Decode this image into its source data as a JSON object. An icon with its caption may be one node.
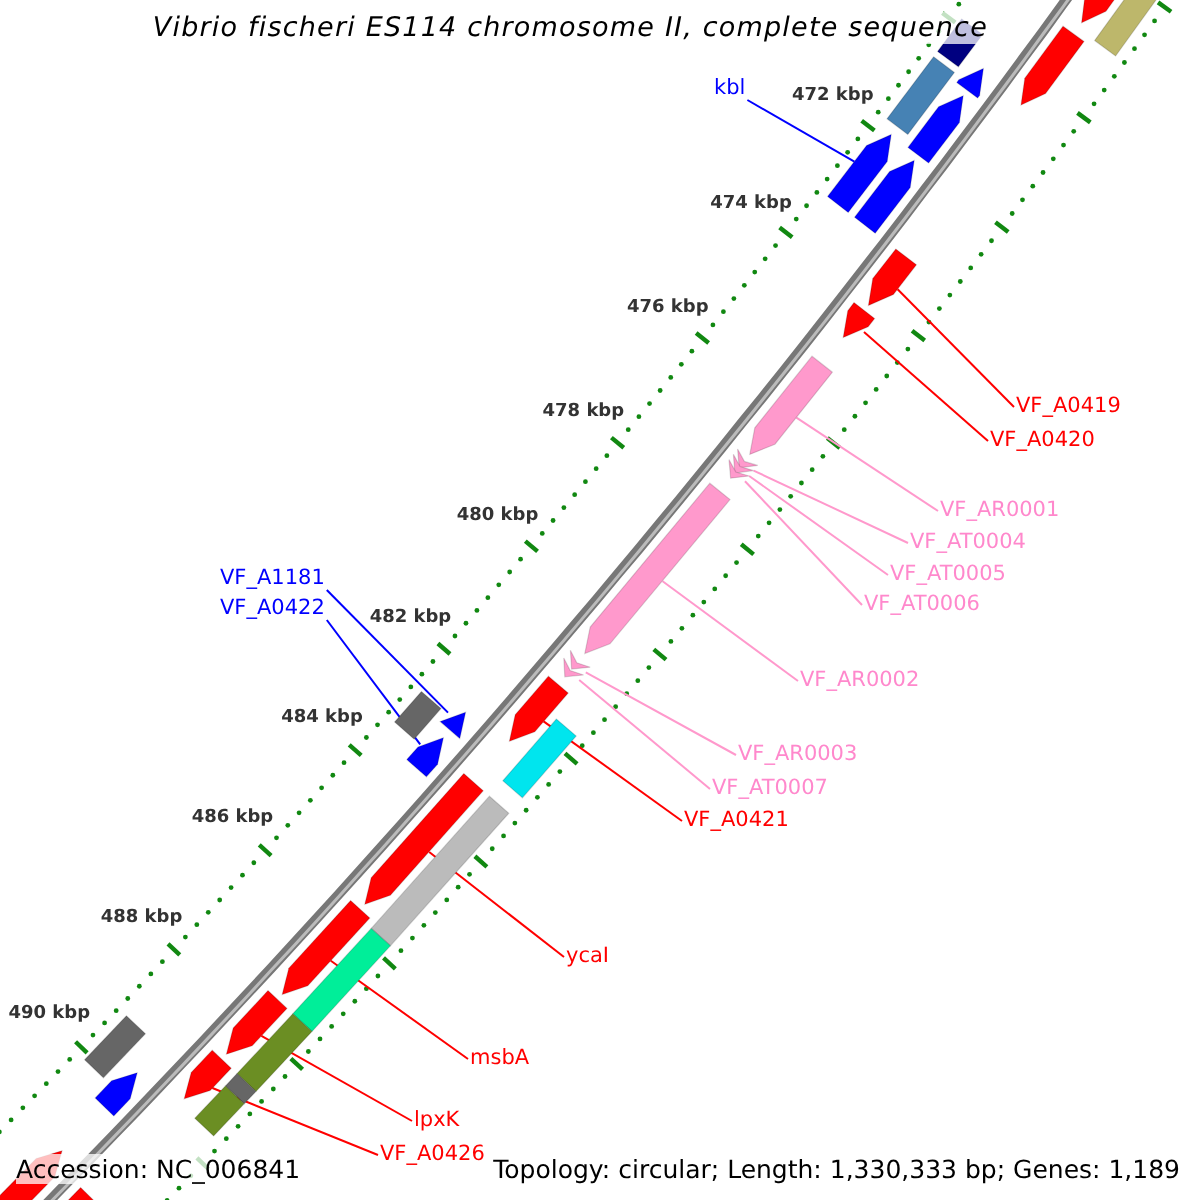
{
  "diagram": {
    "title": "Vibrio fischeri ES114 chromosome II, complete sequence",
    "nodes": [
      {
        "text": [
          "kbl"
        ]
      },
      {
        "text": [
          "VF_A0419"
        ]
      },
      {
        "text": [
          "VF_A0420"
        ]
      },
      {
        "text": [
          "VF_AR0001"
        ]
      },
      {
        "text": [
          "VF_AT0004"
        ]
      },
      {
        "text": [
          "VF_AT0005"
        ]
      },
      {
        "text": [
          "VF_AT0006"
        ]
      },
      {
        "text": [
          "VF_A1181"
        ]
      },
      {
        "text": [
          "VF_A0422"
        ]
      },
      {
        "text": [
          "VF_AR0002"
        ]
      },
      {
        "text": [
          "VF_AR0003"
        ]
      },
      {
        "text": [
          "VF_AT0007"
        ]
      },
      {
        "text": [
          "VF_A0421"
        ]
      },
      {
        "text": [
          "ycaI"
        ]
      },
      {
        "text": [
          "msbA"
        ]
      },
      {
        "text": [
          "lpxK"
        ]
      },
      {
        "text": [
          "VF_A0426"
        ]
      },
      {
        "text": [],
        "shape": "bar"
      },
      {
        "text": [],
        "shape": "bar"
      },
      {
        "text": [],
        "shape": "bar"
      },
      {
        "text": [],
        "shape": "bar"
      },
      {
        "text": [],
        "shape": "bar"
      },
      {
        "text": [],
        "shape": "bar"
      },
      {
        "text": [],
        "shape": "bar"
      },
      {
        "text": [],
        "shape": "bar"
      },
      {
        "text": [],
        "shape": "bar"
      },
      {
        "text": [],
        "shape": "bar"
      },
      {
        "text": [],
        "shape": "bar"
      },
      {
        "text": [],
        "shape": "bar"
      },
      {
        "text": [],
        "shape": "bar"
      },
      {
        "text": [],
        "shape": "bar"
      },
      {
        "text": [],
        "shape": "bar"
      },
      {
        "text": [],
        "shape": "bar"
      },
      {
        "text": [],
        "shape": "bar"
      },
      {
        "text": [],
        "shape": "bar"
      },
      {
        "text": [],
        "shape": "bar"
      },
      {
        "text": [],
        "shape": "box"
      },
      {
        "text": [],
        "shape": "box"
      },
      {
        "text": [],
        "shape": "box"
      },
      {
        "text": [],
        "shape": "bar"
      },
      {
        "text": [],
        "shape": "bar"
      },
      {
        "text": [],
        "shape": "bar"
      },
      {
        "text": [],
        "shape": "box"
      },
      {
        "text": [],
        "shape": "box"
      },
      {
        "text": [],
        "shape": "box"
      },
      {
        "text": [],
        "shape": "box"
      },
      {
        "text": [],
        "shape": "box"
      },
      {
        "text": [],
        "shape": "box"
      },
      {
        "text": [],
        "shape": "box"
      },
      {
        "text": [],
        "shape": "box"
      },
      {
        "text": [],
        "shape": "bar"
      },
      {
        "text": [],
        "shape": "bar"
      },
      {
        "text": [],
        "shape": "bar"
      }
    ],
    "edges": [
      {
        "from": 0,
        "to": 17,
        "arrow": "none",
        "color": "#0000ff"
      },
      {
        "from": 1,
        "to": 18,
        "arrow": "none",
        "color": "#ff0000"
      },
      {
        "from": 2,
        "to": 19,
        "arrow": "none",
        "color": "#ff0000"
      },
      {
        "from": 3,
        "to": 20,
        "arrow": "none",
        "color": "#ff99cc"
      },
      {
        "from": 4,
        "to": 21,
        "arrow": "none",
        "color": "#ff99cc"
      },
      {
        "from": 5,
        "to": 22,
        "arrow": "none",
        "color": "#ff99cc"
      },
      {
        "from": 6,
        "to": 23,
        "arrow": "none",
        "color": "#ff99cc"
      },
      {
        "from": 7,
        "to": 24,
        "arrow": "none",
        "color": "#0000ff"
      },
      {
        "from": 8,
        "to": 25,
        "arrow": "none",
        "color": "#0000ff"
      },
      {
        "from": 9,
        "to": 26,
        "arrow": "none",
        "color": "#ff99cc"
      },
      {
        "from": 10,
        "to": 27,
        "arrow": "none",
        "color": "#ff99cc"
      },
      {
        "from": 11,
        "to": 28,
        "arrow": "none",
        "color": "#ff99cc"
      },
      {
        "from": 12,
        "to": 29,
        "arrow": "none",
        "color": "#ff0000"
      },
      {
        "from": 13,
        "to": 30,
        "arrow": "none",
        "color": "#ff0000"
      },
      {
        "from": 14,
        "to": 31,
        "arrow": "none",
        "color": "#ff0000"
      },
      {
        "from": 15,
        "to": 32,
        "arrow": "none",
        "color": "#ff0000"
      },
      {
        "from": 16,
        "to": 33,
        "arrow": "none",
        "color": "#ff0000"
      }
    ],
    "labels": [
      "472 kbp",
      "474 kbp",
      "476 kbp",
      "478 kbp",
      "480 kbp",
      "482 kbp",
      "484 kbp",
      "486 kbp",
      "488 kbp",
      "490 kbp",
      "Accession: NC_006841",
      "Topology: circular; Length: 1,330,333 bp; Genes: 1,189"
    ]
  }
}
